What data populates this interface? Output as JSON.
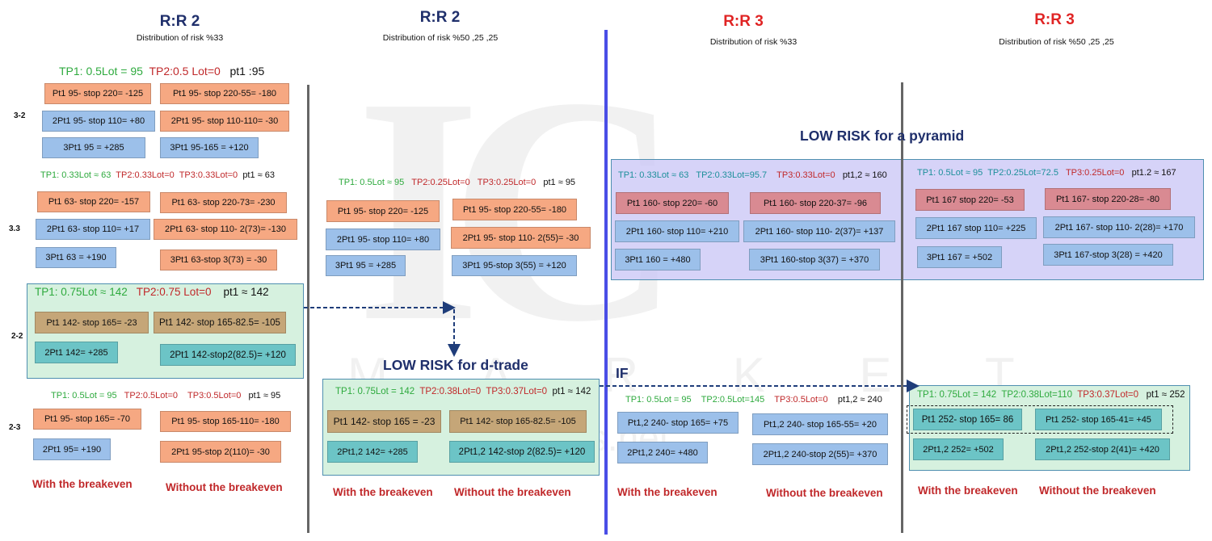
{
  "col1": {
    "header": "R:R 2",
    "sub": "Distribution of  risk  %33",
    "row_labels": {
      "r32": "3-2",
      "r33": "3.3",
      "r22": "2-2",
      "r23": "2-3"
    },
    "s1": {
      "tp1": "TP1: 0.5Lot = 95",
      "tp2": "TP2:0.5 Lot=0",
      "pt1": "pt1 :95",
      "b1": "Pt1 95- stop 220= -125",
      "b2": "Pt1 95- stop 220-55= -180",
      "b3": "2Pt1 95- stop 110= +80",
      "b4": "2Pt1 95- stop 110-110= -30",
      "b5": "3Pt1 95 = +285",
      "b6": "3Pt1 95-165 = +120"
    },
    "s2": {
      "tp1": "TP1: 0.33Lot ≈ 63",
      "tp2": "TP2:0.33Lot=0",
      "tp3": "TP3:0.33Lot=0",
      "pt1": "pt1 ≈ 63",
      "b1": "Pt1 63- stop 220= -157",
      "b2": "Pt1 63- stop 220-73= -230",
      "b3": "2Pt1 63- stop 110= +17",
      "b4": "2Pt1 63- stop 110- 2(73)= -130",
      "b5": "3Pt1 63 = +190",
      "b6": "3Pt1 63-stop 3(73) = -30"
    },
    "s3": {
      "tp1": "TP1: 0.75Lot ≈ 142",
      "tp2": "TP2:0.75 Lot=0",
      "pt1": "pt1 ≈ 142",
      "b1": "Pt1 142- stop 165= -23",
      "b2": "Pt1 142- stop 165-82.5= -105",
      "b3": "2Pt1 142= +285",
      "b4": "2Pt1 142-stop2(82.5)= +120"
    },
    "s4": {
      "tp1": "TP1: 0.5Lot = 95",
      "tp2": "TP2:0.5Lot=0",
      "tp3": "TP3:0.5Lot=0",
      "pt1": "pt1 ≈ 95",
      "b1": "Pt1 95- stop 165= -70",
      "b2": "Pt1 95- stop 165-110= -180",
      "b3": "2Pt1 95= +190",
      "b4": "2Pt1 95-stop 2(110)= -30"
    },
    "foot_with": "With the breakeven",
    "foot_without": "Without the breakeven"
  },
  "col2": {
    "header": "R:R 2",
    "sub": "Distribution of  risk  %50 ,25 ,25",
    "s1": {
      "tp1": "TP1: 0.5Lot ≈ 95",
      "tp2": "TP2:0.25Lot=0",
      "tp3": "TP3:0.25Lot=0",
      "pt1": "pt1 ≈ 95",
      "b1": "Pt1 95- stop 220= -125",
      "b2": "Pt1 95- stop 220-55= -180",
      "b3": "2Pt1 95- stop 110= +80",
      "b4": "2Pt1 95- stop 110- 2(55)= -30",
      "b5": "3Pt1 95 = +285",
      "b6": "3Pt1 95-stop 3(55) = +120"
    },
    "low_risk": "LOW RISK for d-trade",
    "s2": {
      "tp1": "TP1: 0.75Lot = 142",
      "tp2": "TP2:0.38Lot=0",
      "tp3": "TP3:0.37Lot=0",
      "pt1": "pt1 ≈ 142",
      "b1": "Pt1 142- stop 165 = -23",
      "b2": "Pt1 142- stop 165-82.5= -105",
      "b3": "2Pt1,2 142= +285",
      "b4": "2Pt1,2 142-stop 2(82.5)= +120"
    },
    "foot_with": "With the breakeven",
    "foot_without": "Without the breakeven"
  },
  "col3": {
    "header": "R:R 3",
    "sub": "Distribution of  risk  %33",
    "pyramid": "LOW RISK for a pyramid",
    "s1": {
      "tp1": "TP1: 0.33Lot ≈ 63",
      "tp2": "TP2:0.33Lot=95.7",
      "tp3": "TP3:0.33Lot=0",
      "pt1": "pt1,2 ≈ 160",
      "b1": "Pt1 160- stop 220= -60",
      "b2": "Pt1 160- stop 220-37= -96",
      "b3": "2Pt1 160- stop 110= +210",
      "b4": "2Pt1 160- stop 110- 2(37)= +137",
      "b5": "3Pt1 160 = +480",
      "b6": "3Pt1 160-stop 3(37) = +370"
    },
    "if_label": "IF",
    "s2": {
      "tp1": "TP1: 0.5Lot = 95",
      "tp2": "TP2:0.5Lot=145",
      "tp3": "TP3:0.5Lot=0",
      "pt1": "pt1,2 ≈ 240",
      "b1": "Pt1,2 240- stop 165= +75",
      "b2": "Pt1,2 240- stop 165-55= +20",
      "b3": "2Pt1,2 240= +480",
      "b4": "2Pt1,2 240-stop 2(55)= +370"
    },
    "foot_with": "With the breakeven",
    "foot_without": "Without the breakeven"
  },
  "col4": {
    "header": "R:R 3",
    "sub": "Distribution of  risk  %50 ,25 ,25",
    "s1": {
      "tp1": "TP1: 0.5Lot ≈ 95",
      "tp2": "TP2:0.25Lot=72.5",
      "tp3": "TP3:0.25Lot=0",
      "pt1": "pt1.2 ≈ 167",
      "b1": "Pt1 167 stop 220= -53",
      "b2": "Pt1 167- stop 220-28= -80",
      "b3": "2Pt1 167 stop 110= +225",
      "b4": "2Pt1 167- stop 110- 2(28)= +170",
      "b5": "3Pt1 167 = +502",
      "b6": "3Pt1 167-stop 3(28) = +420"
    },
    "s2": {
      "tp1": "TP1: 0.75Lot = 142",
      "tp2": "TP2:0.38Lot=110",
      "tp3": "TP3:0.37Lot=0",
      "pt1": "pt1 ≈ 252",
      "b1": "Pt1 252- stop 165= 86",
      "b2": "Pt1 252- stop 165-41= +45",
      "b3": "2Pt1,2 252= +502",
      "b4": "2Pt1,2 252-stop 2(41)= +420"
    },
    "foot_with": "With the breakeven",
    "foot_without": "Without the breakeven"
  },
  "watermark": {
    "logo": "IC",
    "letters": "M A R K E T",
    "url": "icmarkets.net"
  },
  "colors": {
    "orange_box": "#f6a882",
    "blue_box": "#9cc0ea",
    "brown_box": "#c5a678",
    "teal_box": "#6cc4c6",
    "rose_box": "#d98a92",
    "green_panel": "#d6f1df",
    "purple_panel": "#d9d7f8",
    "header_navy": "#1f2f6b",
    "header_red": "#e02424",
    "divider_blue": "#4a4ee6"
  }
}
